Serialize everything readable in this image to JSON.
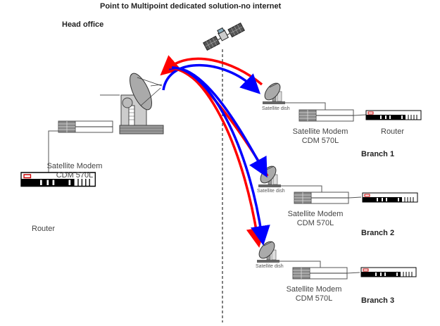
{
  "title": "Point to Multipoint dedicated  solution-no internet",
  "head_office": {
    "label": "Head office",
    "modem_name": "Satellite Modem",
    "modem_model": "CDM 570L",
    "router_label": "Router"
  },
  "branches": [
    {
      "label": "Branch 1",
      "dish_label": "Satellite dish",
      "modem_name": "Satellite Modem",
      "modem_model": "CDM 570L",
      "router_label": "Router"
    },
    {
      "label": "Branch 2",
      "dish_label": "Satellite dish",
      "modem_name": "Satellite Modem",
      "modem_model": "CDM 570L"
    },
    {
      "label": "Branch 3",
      "dish_label": "Satellite dish",
      "modem_name": "Satellite Modem",
      "modem_model": "CDM 570L"
    }
  ],
  "colors": {
    "downlink": "#ff0000",
    "uplink": "#0000ff"
  }
}
